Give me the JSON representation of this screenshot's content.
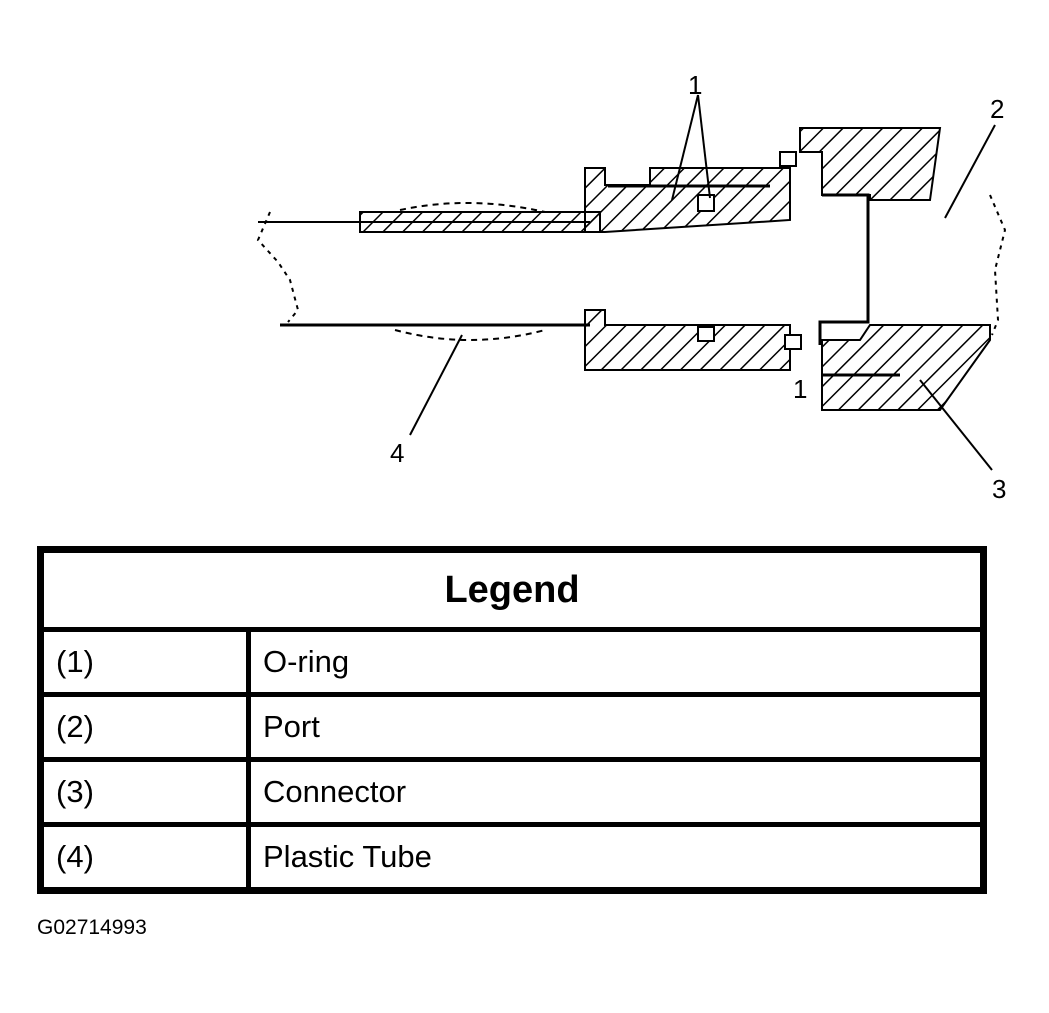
{
  "callouts": [
    {
      "id": "1",
      "label": "1"
    },
    {
      "id": "1b",
      "label": "1"
    },
    {
      "id": "2",
      "label": "2"
    },
    {
      "id": "3",
      "label": "3"
    },
    {
      "id": "4",
      "label": "4"
    }
  ],
  "legend": {
    "title": "Legend",
    "rows": [
      {
        "num": "(1)",
        "name": "O-ring"
      },
      {
        "num": "(2)",
        "name": "Port"
      },
      {
        "num": "(3)",
        "name": "Connector"
      },
      {
        "num": "(4)",
        "name": "Plastic Tube"
      }
    ]
  },
  "figure_id": "G02714993"
}
